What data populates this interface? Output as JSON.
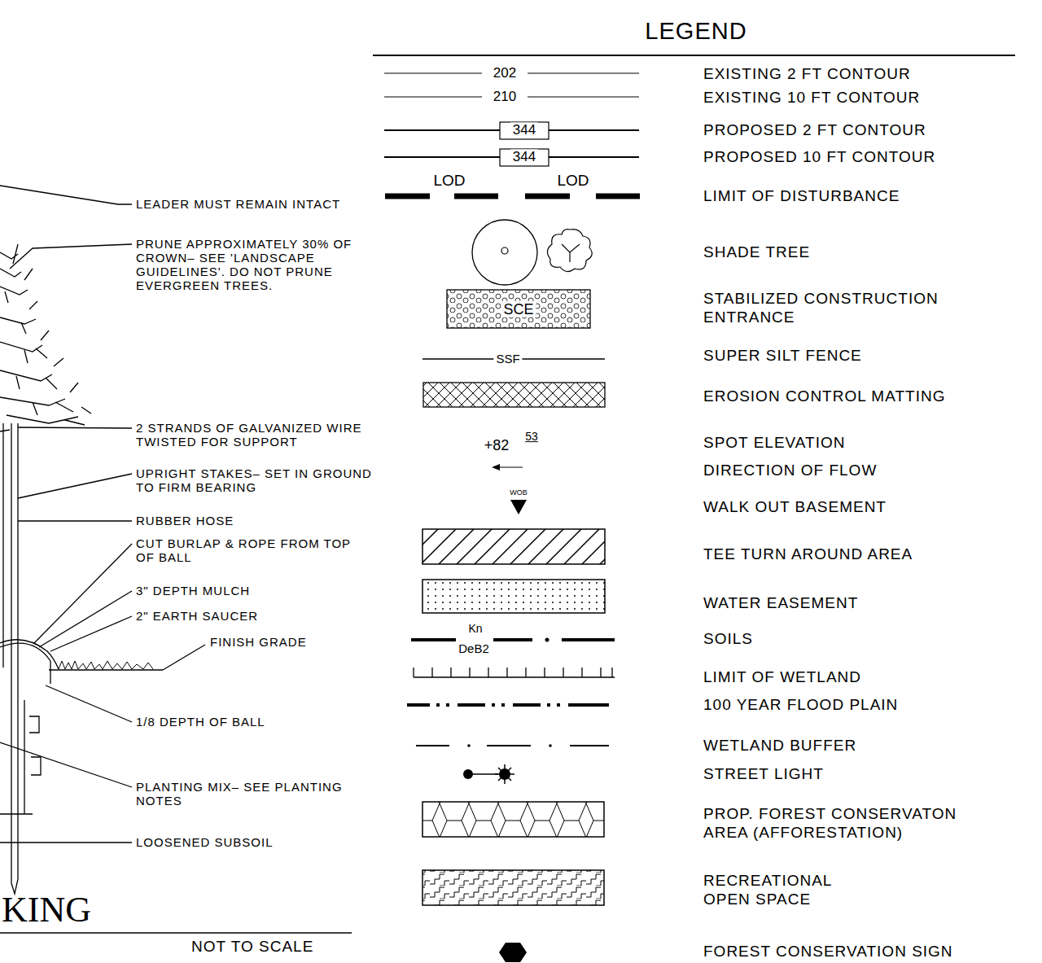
{
  "diagram": {
    "title": "LEGEND",
    "labels": [
      "LEADER MUST REMAIN INTACT",
      "PRUNE APPROXIMATELY 30% OF CROWN– SEE 'LANDSCAPE GUIDELINES'. DO NOT PRUNE EVERGREEN TREES.",
      "2 STRANDS OF GALVANIZED WIRE TWISTED FOR SUPPORT",
      "UPRIGHT STAKES– SET IN GROUND TO FIRM BEARING",
      "RUBBER HOSE",
      "CUT BURLAP & ROPE FROM TOP OF BALL",
      "3\" DEPTH MULCH",
      "2\" EARTH SAUCER",
      "FINISH GRADE",
      "1/8 DEPTH OF BALL",
      "PLANTING MIX– SEE PLANTING NOTES",
      "LOOSENED SUBSOIL",
      "KING",
      "NOT TO SCALE",
      "202",
      "210",
      "344",
      "344",
      "LOD",
      "LOD",
      "SCE",
      "SSF",
      "+82",
      "53",
      "WOB",
      "Kn",
      "DeB2"
    ],
    "legend": [
      {
        "text": "EXISTING 2 FT CONTOUR"
      },
      {
        "text": "EXISTING 10 FT CONTOUR"
      },
      {
        "text": "PROPOSED 2 FT CONTOUR"
      },
      {
        "text": "PROPOSED 10 FT CONTOUR"
      },
      {
        "text": "LIMIT OF DISTURBANCE"
      },
      {
        "text": "SHADE TREE"
      },
      {
        "text": "STABILIZED CONSTRUCTION ENTRANCE"
      },
      {
        "text": "SUPER SILT FENCE"
      },
      {
        "text": "EROSION CONTROL MATTING"
      },
      {
        "text": "SPOT ELEVATION"
      },
      {
        "text": "DIRECTION OF FLOW"
      },
      {
        "text": "WALK OUT BASEMENT"
      },
      {
        "text": "TEE TURN AROUND AREA"
      },
      {
        "text": "WATER EASEMENT"
      },
      {
        "text": "SOILS"
      },
      {
        "text": "LIMIT OF WETLAND"
      },
      {
        "text": "100 YEAR FLOOD PLAIN"
      },
      {
        "text": "WETLAND BUFFER"
      },
      {
        "text": "STREET LIGHT"
      },
      {
        "text": "PROP. FOREST CONSERVATON AREA (AFFORESTATION)"
      },
      {
        "text": "RECREATIONAL OPEN SPACE"
      },
      {
        "text": "FOREST CONSERVATION SIGN"
      }
    ]
  }
}
